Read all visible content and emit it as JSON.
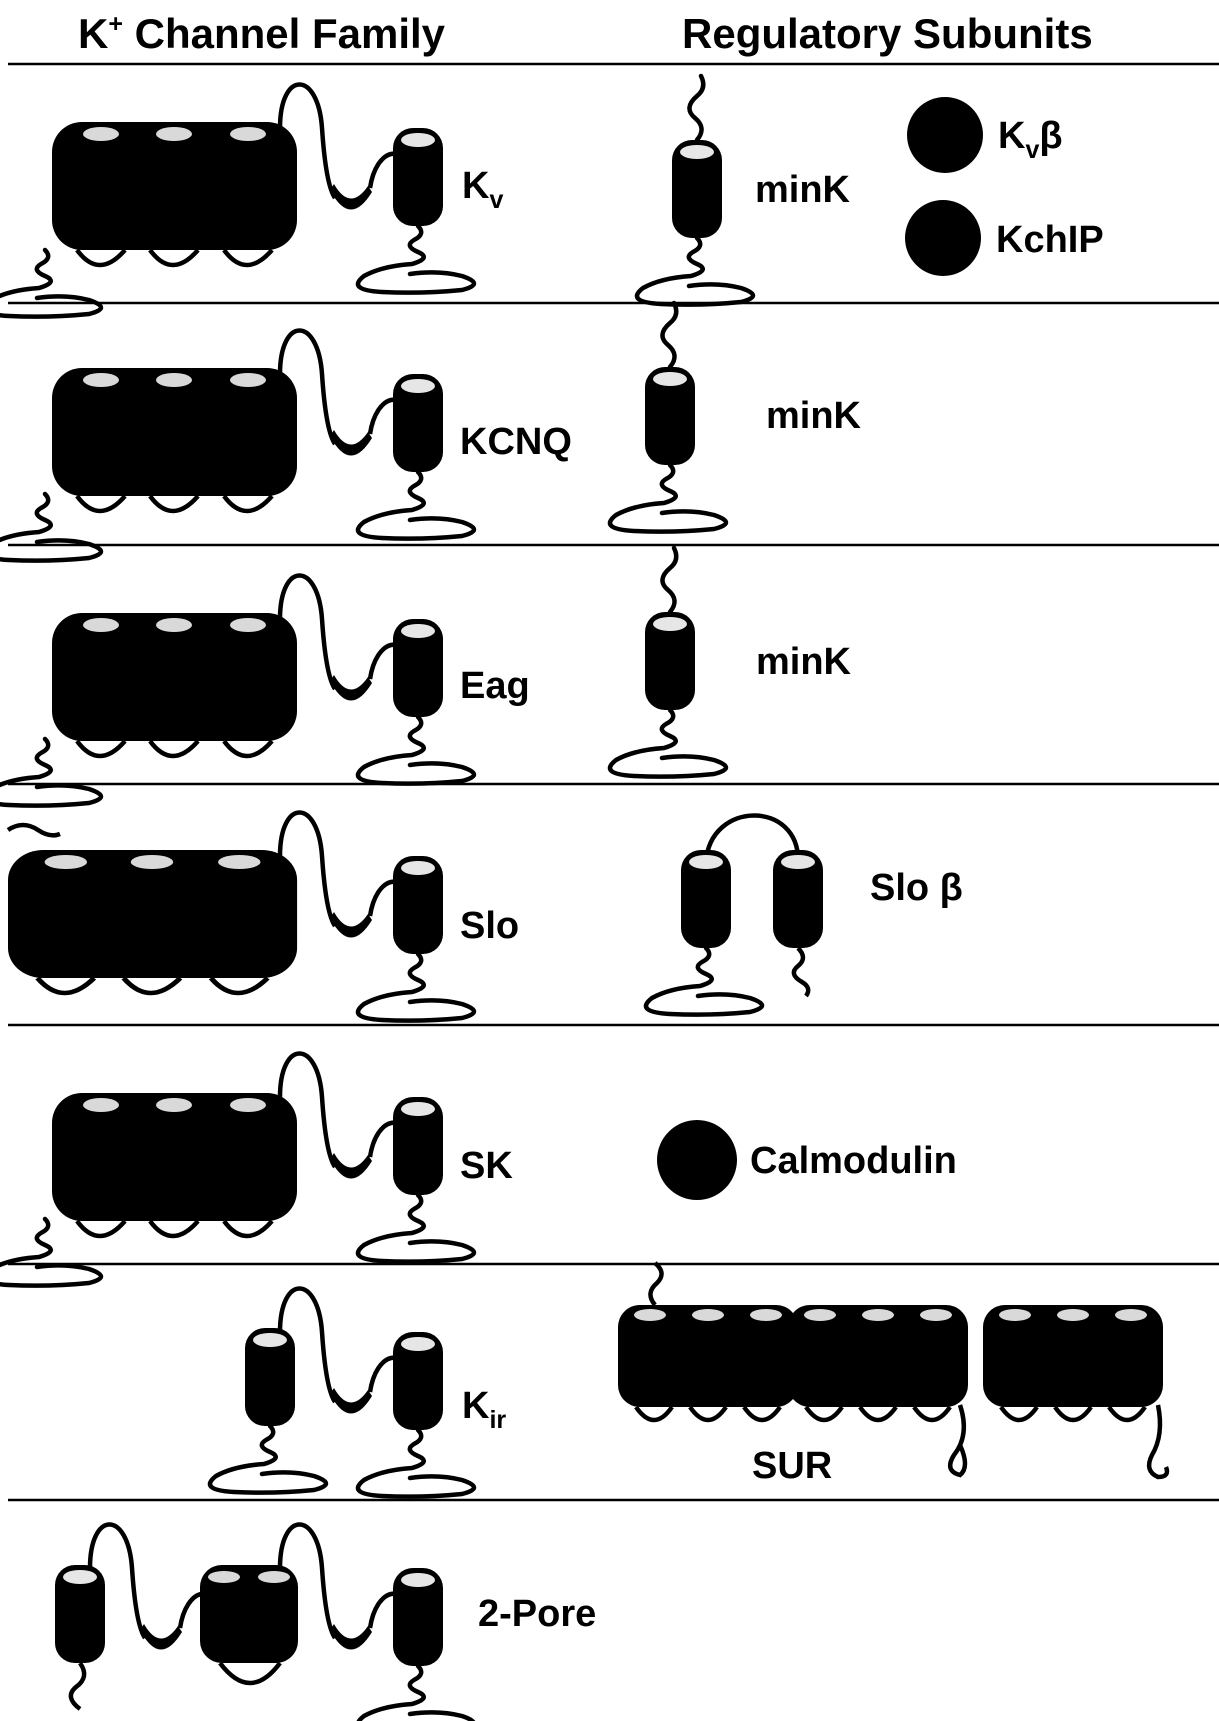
{
  "headers": {
    "left": {
      "base": "K",
      "sup": "+",
      "rest": " Channel Family"
    },
    "right": "Regulatory Subunits"
  },
  "rows": [
    {
      "channel": {
        "base": "K",
        "sub": "v"
      },
      "subunits": [
        {
          "text": "minK"
        },
        {
          "base": "K",
          "sub": "v",
          "tail": "β"
        },
        {
          "text": "KchIP"
        }
      ]
    },
    {
      "channel": {
        "text": "KCNQ"
      },
      "subunits": [
        {
          "text": "minK"
        }
      ]
    },
    {
      "channel": {
        "text": "Eag"
      },
      "subunits": [
        {
          "text": "minK"
        }
      ]
    },
    {
      "channel": {
        "text": "Slo"
      },
      "subunits": [
        {
          "text": "Slo β"
        }
      ]
    },
    {
      "channel": {
        "text": "SK"
      },
      "subunits": [
        {
          "text": "Calmodulin"
        }
      ]
    },
    {
      "channel": {
        "base": "K",
        "sub": "ir"
      },
      "subunits": [
        {
          "text": "SUR"
        }
      ]
    },
    {
      "channel": {
        "text": "2-Pore"
      },
      "subunits": []
    }
  ]
}
